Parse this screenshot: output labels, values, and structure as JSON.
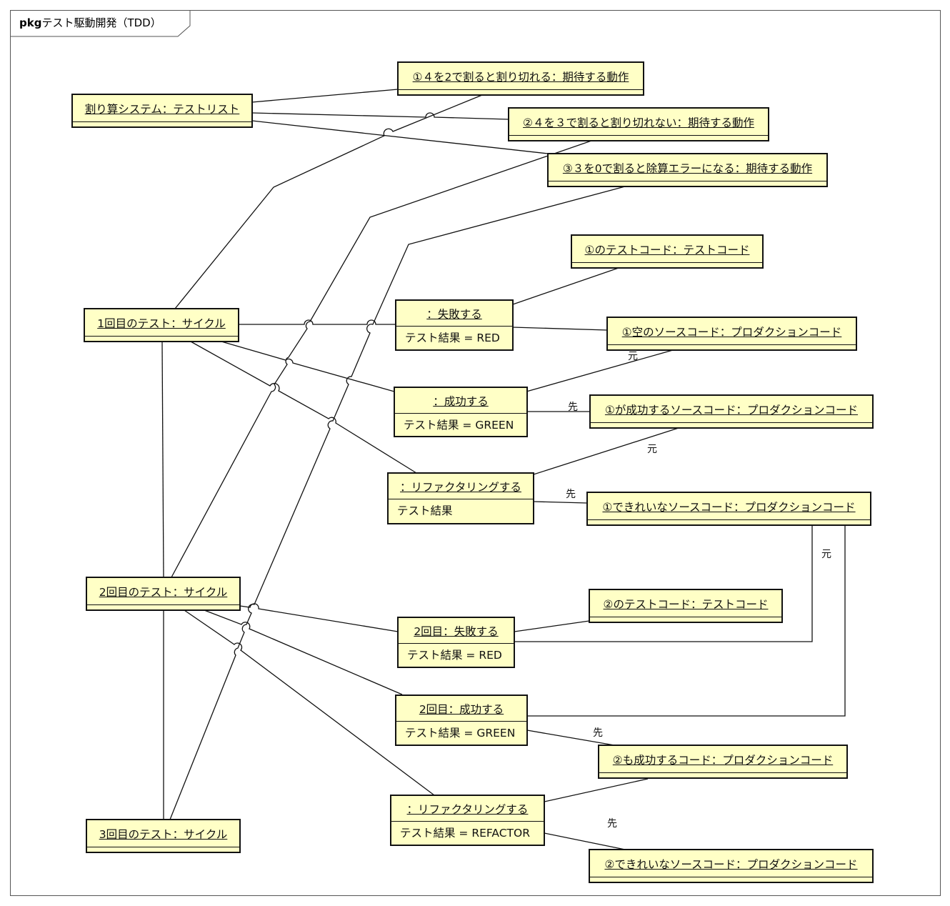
{
  "frame": {
    "keyword": "pkg",
    "name": "テスト駆動開発（TDD）"
  },
  "nodes": {
    "list": "割り算システム：テストリスト",
    "exp1": "①４を2で割ると割り切れる：期待する動作",
    "exp2": "②４を３で割ると割り切れない：期待する動作",
    "exp3": "③３を0で割ると除算エラーになる：期待する動作",
    "tc1": "①のテストコード：テストコード",
    "cycle1": "1回目のテスト：サイクル",
    "fail1": {
      "title": "：失敗する",
      "attr": "テスト結果 = RED"
    },
    "empty1": "①空のソースコード：プロダクションコード",
    "pass1": {
      "title": "：成功する",
      "attr": "テスト結果 = GREEN"
    },
    "src1": "①が成功するソースコード：プロダクションコード",
    "ref1": {
      "title": "：リファクタリングする",
      "attr": "テスト結果"
    },
    "clean1": "①できれいなソースコード：プロダクションコード",
    "tc2": "②のテストコード：テストコード",
    "cycle2": "2回目のテスト：サイクル",
    "fail2": {
      "title": "2回目：失敗する",
      "attr": "テスト結果 = RED"
    },
    "pass2": {
      "title": "2回目：成功する",
      "attr": "テスト結果 = GREEN"
    },
    "src2": "②も成功するコード：プロダクションコード",
    "ref2": {
      "title": "：リファクタリングする",
      "attr": "テスト結果 = REFACTOR"
    },
    "clean2": "②できれいなソースコード：プロダクションコード",
    "cycle3": "3回目のテスト：サイクル"
  },
  "labels": {
    "src": "元",
    "dst": "先"
  }
}
